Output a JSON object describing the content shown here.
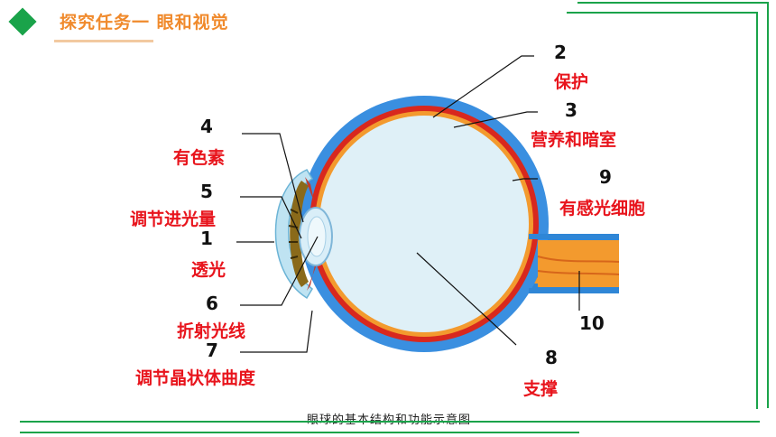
{
  "header": {
    "title": "探究任务一  眼和视觉"
  },
  "callouts": [
    {
      "num": "2",
      "label": "保护"
    },
    {
      "num": "3",
      "label": "营养和暗室"
    },
    {
      "num": "4",
      "label": "有色素"
    },
    {
      "num": "9",
      "label": "有感光细胞"
    },
    {
      "num": "5",
      "label": "调节进光量"
    },
    {
      "num": "1",
      "label": "透光"
    },
    {
      "num": "10",
      "label": ""
    },
    {
      "num": "6",
      "label": "折射光线"
    },
    {
      "num": "7",
      "label": "调节晶状体曲度"
    },
    {
      "num": "8",
      "label": "支撑"
    }
  ],
  "caption": "眼球的基本结构和功能示意图",
  "colors": {
    "accent_green": "#1aa34a",
    "title_orange": "#f08a2c",
    "label_red": "#e8141c"
  }
}
